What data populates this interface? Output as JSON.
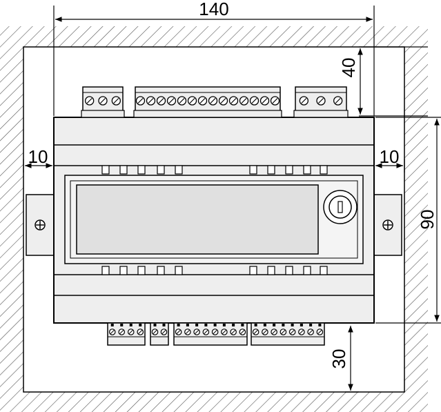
{
  "dimensions": {
    "width_total": "140",
    "clearance_top": "40",
    "clearance_left": "10",
    "clearance_right": "10",
    "height_total": "90",
    "clearance_bottom": "30"
  },
  "terminal_blocks": {
    "top": [
      3,
      14,
      3
    ],
    "bottom": [
      4,
      2,
      8,
      8
    ]
  },
  "colors": {
    "line": "#000000",
    "module_fill": "#eeeeee",
    "display_fill": "#e0e0e0",
    "hatch": "#555555"
  }
}
